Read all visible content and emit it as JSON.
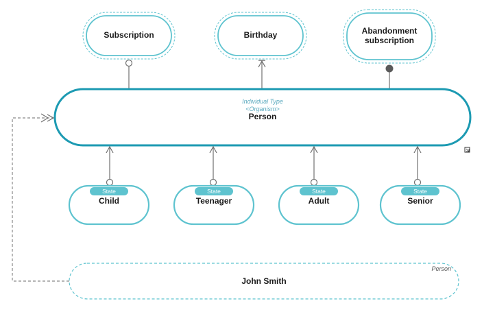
{
  "colors": {
    "main_stroke": "#1c9ab2",
    "light_stroke": "#5ec3cf",
    "badge_fill": "#5ec3cf",
    "arrow": "#707070",
    "dash": "#888888"
  },
  "top_nodes": [
    {
      "label_lines": [
        "Subscription"
      ],
      "connector": "open-circle-icon"
    },
    {
      "label_lines": [
        "Birthday"
      ],
      "connector": "t-bar-icon"
    },
    {
      "label_lines": [
        "Abandonment",
        "subscription"
      ],
      "connector": "filled-circle-icon"
    }
  ],
  "main_node": {
    "stereotype_1": "Individual Type",
    "stereotype_2": "<Organism>",
    "label": "Person"
  },
  "state_nodes": [
    {
      "badge": "State",
      "label": "Child"
    },
    {
      "badge": "State",
      "label": "Teenager"
    },
    {
      "badge": "State",
      "label": "Adult"
    },
    {
      "badge": "State",
      "label": "Senior"
    }
  ],
  "instance_node": {
    "label": "John Smith",
    "type": "Person"
  }
}
